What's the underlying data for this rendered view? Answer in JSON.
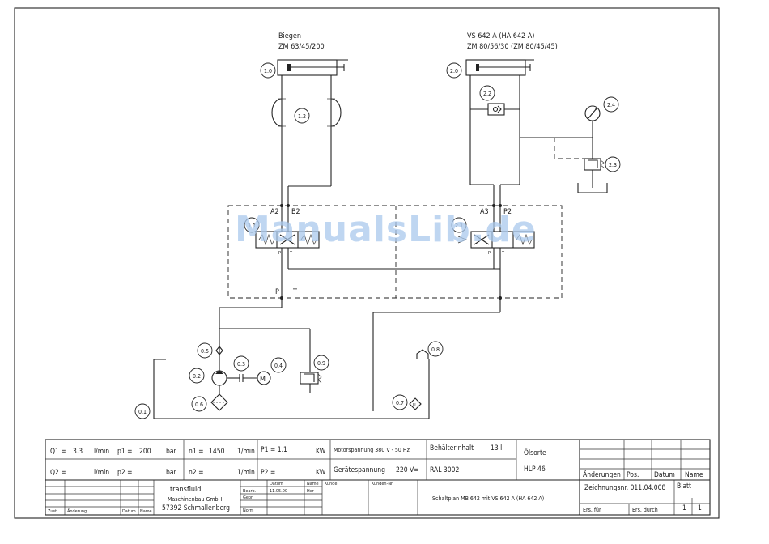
{
  "labels": {
    "cyl1_title": "Biegen",
    "cyl1_spec": "ZM 63/45/200",
    "cyl2_title": "VS 642 A  (HA 642 A)",
    "cyl2_spec": "ZM 80/56/30 (ZM 80/45/45)",
    "port_a2": "A2",
    "port_b2": "B2",
    "port_a3": "A3",
    "port_p2": "P2",
    "port_p": "P",
    "port_t": "T",
    "valve_p": "P",
    "valve_t": "T"
  },
  "components": [
    "1.0",
    "1.2",
    "1.1",
    "2.0",
    "2.2",
    "2.4",
    "2.3",
    "2.1",
    "0.5",
    "0.3",
    "0.4",
    "0.9",
    "0.2",
    "0.6",
    "0.1",
    "0.7",
    "0.8"
  ],
  "watermark": "ManualsLib.de",
  "title_block": {
    "q1": "Q1 =",
    "q1_val": "3.3",
    "q1_unit": "l/min",
    "p1": "p1 =",
    "p1_val": "200",
    "p1_unit": "bar",
    "n1": "n1 =",
    "n1_val": "1450",
    "n1_unit": "1/min",
    "P1": "P1 = 1.1",
    "P1_unit": "KW",
    "motor": "Motorspannung 380 V - 50 Hz",
    "q2": "Q2 =",
    "q2_unit": "l/min",
    "p2": "p2 =",
    "p2_unit": "bar",
    "n2": "n2 =",
    "n2_unit": "1/min",
    "P2": "P2 =",
    "P2_unit": "KW",
    "device_v": "Gerätespannung",
    "device_v_val": "220 V=",
    "tank": "Behälterinhalt",
    "tank_val": "13 l",
    "ral": "RAL 3002",
    "oil": "Ölsorte",
    "oil_val": "HLP 46",
    "aend": "Änderungen",
    "pos": "Pos.",
    "datum": "Datum",
    "name": "Name",
    "zeichnung": "Zeichnungsnr. 011.04.008",
    "blatt": "Blatt",
    "ers_fuer": "Ers. für",
    "ers_durch": "Ers. durch",
    "blatt_a": "1",
    "blatt_b": "1",
    "company1": "transfluid",
    "company2": "Maschinenbau GmbH",
    "company3": "57392 Schmallenberg",
    "col_datum": "Datum",
    "col_name": "Name",
    "col_kunde": "Kunde",
    "col_kunden_nr": "Kunden-Nr.",
    "bearb": "Bearb.",
    "bearb_date": "11.05.00",
    "bearb_name": "Her",
    "gepr": "Gepr.",
    "norm": "Norm",
    "zust": "Zust.",
    "aenderung": "Änderung",
    "datum2": "Datum",
    "name2": "Name",
    "title": "Schaltplan MB 642 mit VS 642 A (HA 642 A)"
  }
}
